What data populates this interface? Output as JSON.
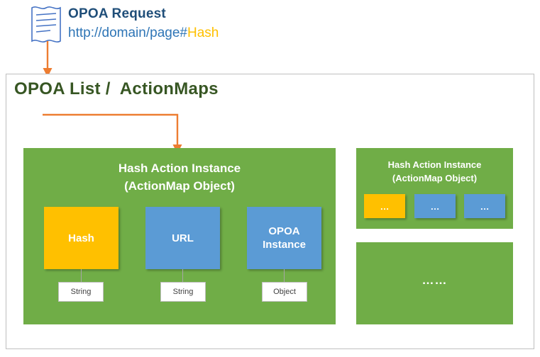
{
  "request": {
    "title": "OPOA Request",
    "url_prefix": "http://domain/page#",
    "url_hash": "Hash",
    "doc_icon": "document-icon",
    "title_color": "#1F4E79",
    "url_color": "#2E75B6",
    "hash_color": "#FFC000"
  },
  "arrows": {
    "color": "#ED7D31",
    "top_arrow": "down-arrow",
    "elbow_arrow": "elbow-down-arrow"
  },
  "outer": {
    "title": "OPOA List /  ActionMaps",
    "title_color": "#375623",
    "border_color": "#BFBFBF"
  },
  "main_instance": {
    "title_line1": "Hash Action Instance",
    "title_line2": "(ActionMap Object)",
    "panel_color": "#70AD47",
    "attributes": [
      {
        "label": "Hash",
        "color": "#FFC000",
        "type_tag": "String"
      },
      {
        "label": "URL",
        "color": "#5B9BD5",
        "type_tag": "String"
      },
      {
        "label": "OPOA\nInstance",
        "color": "#5B9BD5",
        "type_tag": "Object"
      }
    ]
  },
  "side_instance": {
    "title_line1": "Hash Action Instance",
    "title_line2": "(ActionMap Object)",
    "panel_color": "#70AD47",
    "minis": [
      {
        "label": "…",
        "color": "#FFC000"
      },
      {
        "label": "…",
        "color": "#5B9BD5"
      },
      {
        "label": "…",
        "color": "#5B9BD5"
      }
    ]
  },
  "more_panel": {
    "label": "……",
    "panel_color": "#70AD47"
  }
}
